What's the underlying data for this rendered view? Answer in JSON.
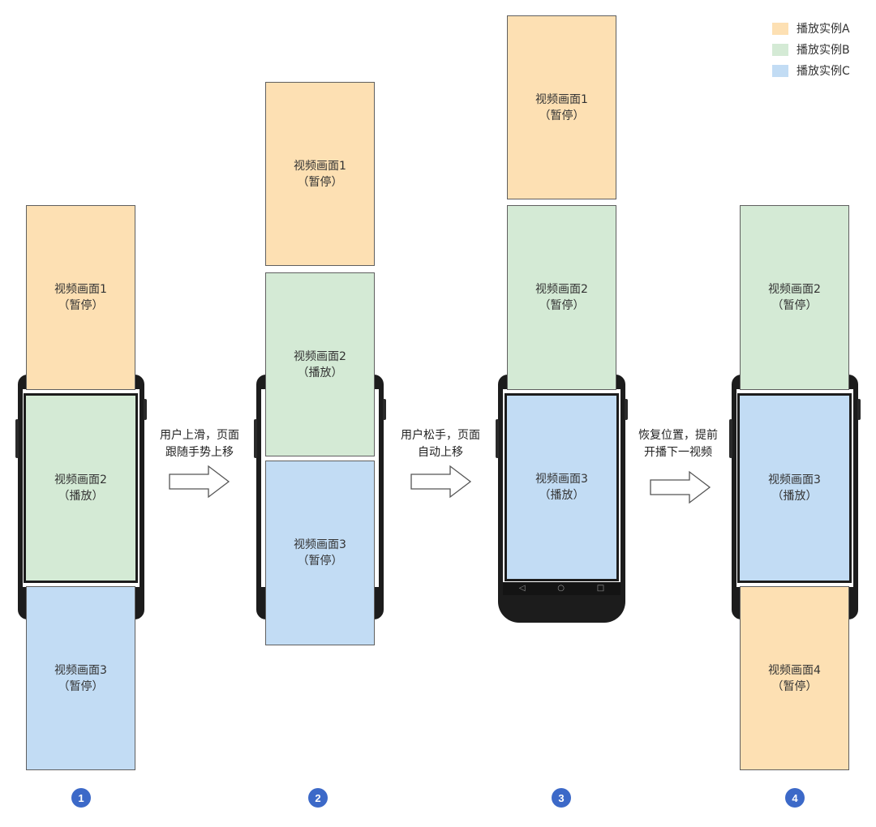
{
  "colors": {
    "instance_a": "#fde0b3",
    "instance_b": "#d4ead5",
    "instance_c": "#c2dcf4",
    "step_marker": "#3c69c8"
  },
  "legend": [
    {
      "label": "播放实例A",
      "color": "#fde0b3"
    },
    {
      "label": "播放实例B",
      "color": "#d4ead5"
    },
    {
      "label": "播放实例C",
      "color": "#c2dcf4"
    }
  ],
  "steps": [
    {
      "marker": "1",
      "frames": [
        {
          "title": "视频画面1",
          "state": "（暂停）",
          "instance": "A"
        },
        {
          "title": "视频画面2",
          "state": "（播放）",
          "instance": "B"
        },
        {
          "title": "视频画面3",
          "state": "（暂停）",
          "instance": "C"
        }
      ]
    },
    {
      "marker": "2",
      "frames": [
        {
          "title": "视频画面1",
          "state": "（暂停）",
          "instance": "A"
        },
        {
          "title": "视频画面2",
          "state": "（播放）",
          "instance": "B"
        },
        {
          "title": "视频画面3",
          "state": "（暂停）",
          "instance": "C"
        }
      ]
    },
    {
      "marker": "3",
      "frames": [
        {
          "title": "视频画面1",
          "state": "（暂停）",
          "instance": "A"
        },
        {
          "title": "视频画面2",
          "state": "（暂停）",
          "instance": "B"
        },
        {
          "title": "视频画面3",
          "state": "（播放）",
          "instance": "C"
        }
      ],
      "navbar": {
        "back": "◁",
        "home": "○",
        "recent": "□"
      }
    },
    {
      "marker": "4",
      "frames": [
        {
          "title": "视频画面2",
          "state": "（暂停）",
          "instance": "B"
        },
        {
          "title": "视频画面3",
          "state": "（播放）",
          "instance": "C"
        },
        {
          "title": "视频画面4",
          "state": "（暂停）",
          "instance": "A"
        }
      ]
    }
  ],
  "transitions": [
    {
      "line1": "用户上滑，页面",
      "line2": "跟随手势上移"
    },
    {
      "line1": "用户松手，页面",
      "line2": "自动上移"
    },
    {
      "line1": "恢复位置，提前",
      "line2": "开播下一视频"
    }
  ]
}
